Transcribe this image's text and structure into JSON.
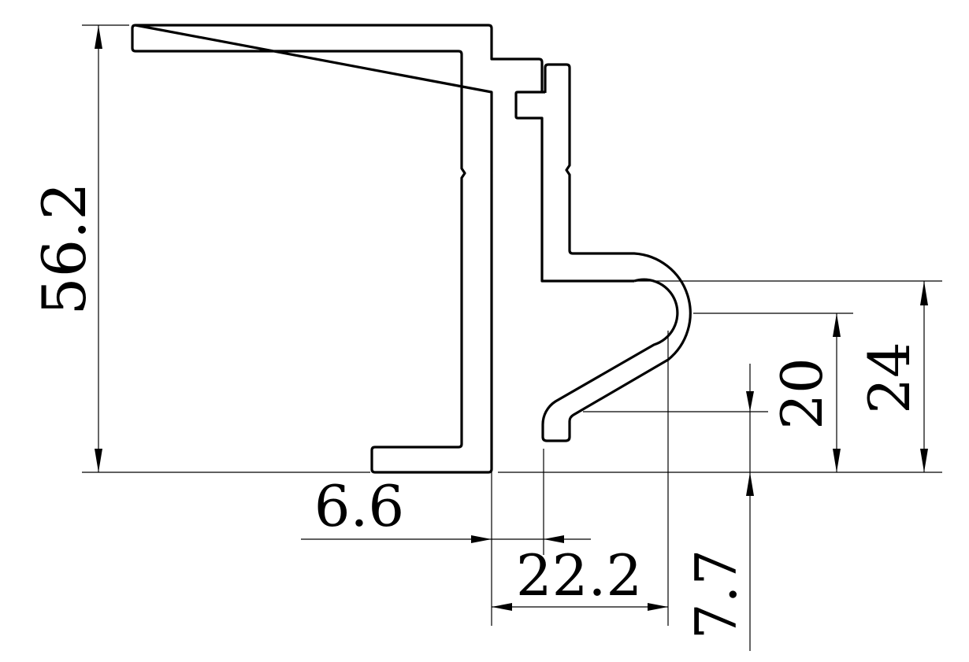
{
  "drawing": {
    "type": "aluminum profile cross-section",
    "units": "mm",
    "colors": {
      "line": "#000000",
      "background": "#ffffff"
    }
  },
  "dimensions": {
    "overall_height": {
      "label": "56.2",
      "orientation": "vertical"
    },
    "flange_offset": {
      "label": "6.6",
      "orientation": "horizontal"
    },
    "hook_width": {
      "label": "22.2",
      "orientation": "horizontal"
    },
    "hook_offset": {
      "label": "7.7",
      "orientation": "vertical"
    },
    "hook_inner_height": {
      "label": "20",
      "orientation": "vertical"
    },
    "hook_outer_height": {
      "label": "24",
      "orientation": "vertical"
    }
  }
}
